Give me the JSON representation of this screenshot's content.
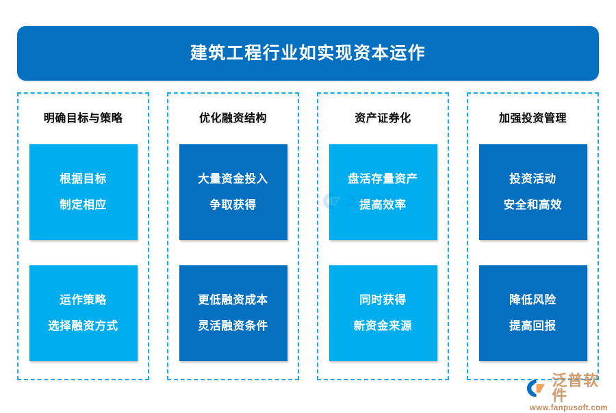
{
  "banner": {
    "title": "建筑工程行业如实现资本运作"
  },
  "colors": {
    "banner_blue": "#0570bf",
    "light_blue": "#00aeef",
    "dark_blue": "#0570bf",
    "dashed_border": "#1ba9ee",
    "header_text": "#0a0a0a",
    "card_text": "#ffffff",
    "watermark_brand": "#c98a55"
  },
  "columns": [
    {
      "header": "明确目标与策略",
      "tone": "light",
      "cards": [
        {
          "line1": "根据目标",
          "line2": "制定相应"
        },
        {
          "line1": "运作策略",
          "line2": "选择融资方式"
        }
      ]
    },
    {
      "header": "优化融资结构",
      "tone": "dark",
      "cards": [
        {
          "line1": "大量资金投入",
          "line2": "争取获得"
        },
        {
          "line1": "更低融资成本",
          "line2": "灵活融资条件"
        }
      ]
    },
    {
      "header": "资产证券化",
      "tone": "light",
      "cards": [
        {
          "line1": "盘活存量资产",
          "line2": "提高效率"
        },
        {
          "line1": "同时获得",
          "line2": "新资金来源"
        }
      ]
    },
    {
      "header": "加强投资管理",
      "tone": "dark",
      "cards": [
        {
          "line1": "投资活动",
          "line2": "安全和高效"
        },
        {
          "line1": "降低风险",
          "line2": "提高回报"
        }
      ]
    }
  ],
  "watermarks": {
    "center": {
      "brand": "泛普软件"
    },
    "corner": {
      "brand": "泛普软件",
      "url": "www.fanpusoft.com"
    }
  }
}
